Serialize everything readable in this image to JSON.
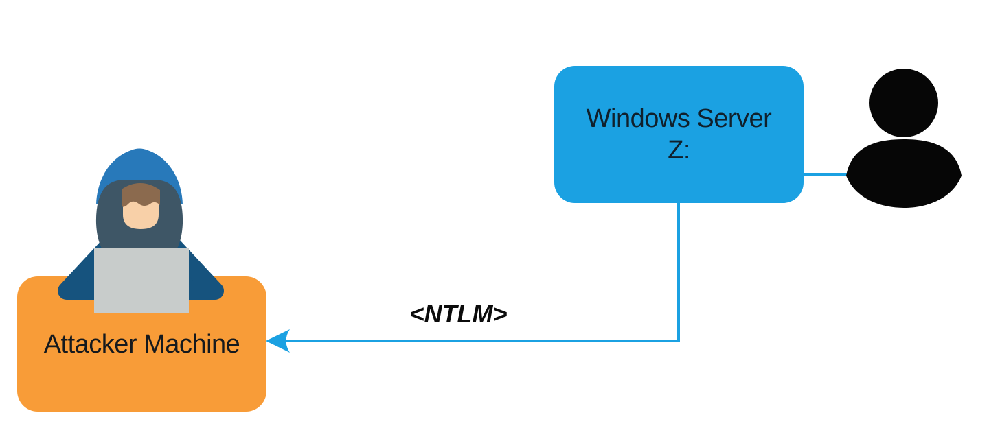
{
  "diagram": {
    "server_box": {
      "label_line1": "Windows Server",
      "label_line2": "Z:"
    },
    "attacker_box": {
      "label": "Attacker Machine"
    },
    "connector_label": "<NTLM>",
    "colors": {
      "node_blue": "#1BA1E2",
      "node_orange": "#F89C38",
      "connector_blue": "#1BA1E2",
      "text_dark": "#10202C",
      "user_icon_black": "#060606",
      "hacker_hood_blue": "#2879BA",
      "hacker_inner_hood_slate": "#3E5666",
      "hacker_body_blue": "#16537E",
      "hacker_skin": "#F8D0A8",
      "hacker_hair_brown": "#8B6A4E",
      "hacker_laptop_gray": "#C8CCCB"
    },
    "icons": {
      "user": "user-silhouette-icon",
      "hacker": "hooded-hacker-icon"
    }
  }
}
